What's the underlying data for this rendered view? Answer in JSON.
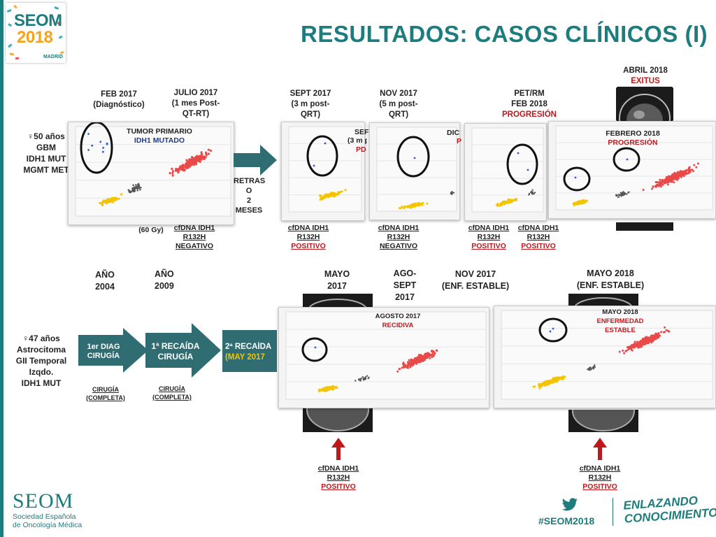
{
  "header": {
    "title": "RESULTADOS: CASOS CLÍNICOS (I)",
    "logo_main": "SEOM",
    "logo_year": "2018",
    "logo_city": "MADRID"
  },
  "case1": {
    "patient": [
      "♀50 años",
      "GBM",
      "IDH1 MUT",
      "MGMT MET"
    ],
    "timepoints": [
      {
        "date": "FEB 2017",
        "sub": "(Diagnóstico)"
      },
      {
        "date": "JULIO 2017",
        "sub": "(1 mes Post-QT-RT)"
      },
      {
        "date": "SEPT 2017",
        "sub": "(3 m post-QRT)"
      },
      {
        "date": "NOV 2017",
        "sub": "(5 m post-QRT)"
      },
      {
        "date": "PET/RM",
        "sub": "FEB 2018",
        "status": "PROGRESIÓN"
      },
      {
        "date": "ABRIL 2018",
        "status": "EXITUS"
      }
    ],
    "plot1": {
      "title": "TUMOR PRIMARIO",
      "subtitle": "IDH1 MUTADO"
    },
    "plot2": {
      "title": "SEF",
      "subtitle": "(3 m p",
      "status": "PD"
    },
    "plot3": {
      "title": "DIC",
      "status": "P"
    },
    "plot5": {
      "title": "FEBRERO 2018",
      "status": "PROGRESIÓN"
    },
    "arrow": {
      "label1": "RETRAS",
      "label2": "O",
      "label3": "2 MESES"
    },
    "dose": "(60 Gy)",
    "cfdna": [
      {
        "l1": "cfDNA IDH1",
        "l2": "R132H",
        "l3": "NEGATIVO",
        "positive": false
      },
      {
        "l1": "cfDNA IDH1",
        "l2": "R132H",
        "l3": "POSITIVO",
        "positive": true
      },
      {
        "l1": "cfDNA IDH1",
        "l2": "R132H",
        "l3": "NEGATIVO",
        "positive": false
      },
      {
        "l1": "cfDNA IDH1",
        "l2": "R132H",
        "l3": "POSITIVO",
        "positive": true
      },
      {
        "l1": "cfDNA IDH1",
        "l2": "R132H",
        "l3": "POSITIVO",
        "positive": true
      }
    ]
  },
  "case2": {
    "patient": [
      "♀47 años",
      "Astrocitoma",
      "GII Temporal",
      "Izqdo.",
      "IDH1 MUT"
    ],
    "timepoints": [
      {
        "date": "AÑO",
        "sub": "2004"
      },
      {
        "date": "AÑO",
        "sub": "2009"
      },
      {
        "date": "MAYO",
        "sub": "2017"
      },
      {
        "date": "AGO-",
        "sub": "SEPT",
        "sub2": "2017"
      },
      {
        "date": "NOV 2017",
        "sub": "(ENF. ESTABLE)"
      },
      {
        "date": "MAYO 2018",
        "sub": "(ENF. ESTABLE)"
      }
    ],
    "arrows": [
      {
        "l1": "1er DIAG",
        "l2": "CIRUGÍA"
      },
      {
        "l1": "1ª RECAÍDA",
        "l2": "CIRUGÍA"
      },
      {
        "l1": "2ª RECAÍDA",
        "l2": "(MAY 2017"
      }
    ],
    "surgery": [
      {
        "l1": "CIRUGÍA",
        "l2": "(COMPLETA)"
      },
      {
        "l1": "CIRUGÍA",
        "l2": "(COMPLETA)"
      }
    ],
    "plotA": {
      "title": "AGOSTO 2017",
      "status": "RECIDIVA"
    },
    "plotB": {
      "title": "MAYO 2018",
      "status1": "ENFERMEDAD",
      "status2": "ESTABLE"
    },
    "cfdna": [
      {
        "l1": "cfDNA IDH1",
        "l2": "R132H",
        "l3": "POSITIVO"
      },
      {
        "l1": "cfDNA IDH1",
        "l2": "R132H",
        "l3": "POSITIVO"
      }
    ]
  },
  "footer": {
    "brand": "SEOM",
    "brand_sub1": "Sociedad Española",
    "brand_sub2": "de Oncología Médica",
    "hashtag": "#SEOM2018",
    "slogan1": "ENLAZANDO",
    "slogan2": "CONOCIMIENTO"
  },
  "colors": {
    "teal": "#1d7c7e",
    "red": "#c0171c",
    "scatter_red": "#e84a4a",
    "scatter_yellow": "#f5c400",
    "scatter_gray": "#555555",
    "arrow_fill": "#2f6d72"
  }
}
